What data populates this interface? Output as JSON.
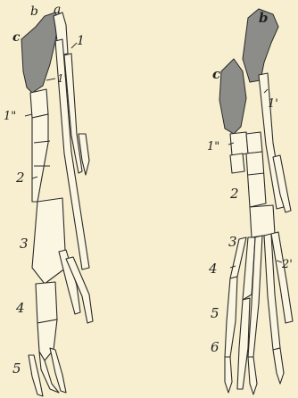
{
  "left_figure": {
    "labels": {
      "b": "b",
      "a": "a",
      "c": "c",
      "l1": "1",
      "l1prime": "1'",
      "l1double": "1\"",
      "l2": "2",
      "l3": "3",
      "l4": "4",
      "l5": "5"
    }
  },
  "right_figure": {
    "labels": {
      "b": "b",
      "c": "c",
      "l1double": "1\"",
      "l1prime": "1'",
      "l2": "2",
      "l3": "3",
      "l4": "4",
      "l2prime": "2'",
      "l5": "5",
      "l6": "6"
    }
  },
  "colors": {
    "paper": "#f7efcf",
    "ink": "#2a2a2a",
    "carpal_shading": "#8c8c88"
  }
}
